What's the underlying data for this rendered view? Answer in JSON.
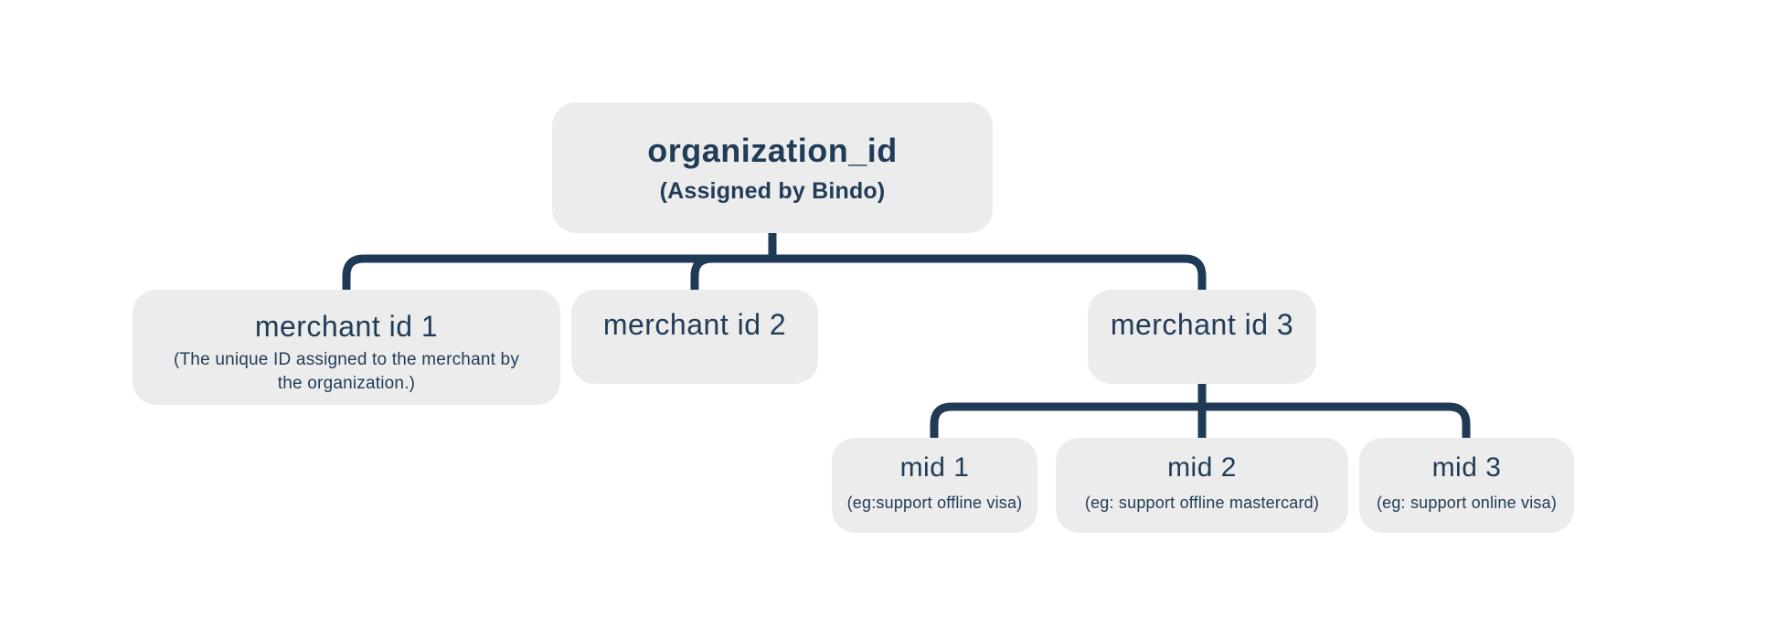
{
  "diagram": {
    "description": "organization/merchant/mid id hierarchy",
    "colors": {
      "background": "#ffffff",
      "node_background": "#ececec",
      "text": "#223c58",
      "connector": "#203a56"
    },
    "nodes": {
      "organization": {
        "title": "organization_id",
        "subtitle": "(Assigned by Bindo)"
      },
      "merchant1": {
        "title": "merchant id 1",
        "subtitle": "(The unique ID assigned to the merchant by the organization.)"
      },
      "merchant2": {
        "title": "merchant id 2"
      },
      "merchant3": {
        "title": "merchant id 3"
      },
      "mid1": {
        "title": "mid 1",
        "subtitle": "(eg:support offline visa)"
      },
      "mid2": {
        "title": "mid 2",
        "subtitle": "(eg: support offline mastercard)"
      },
      "mid3": {
        "title": "mid 3",
        "subtitle": "(eg: support online visa)"
      }
    },
    "edges": [
      "organization->merchant1",
      "organization->merchant2",
      "organization->merchant3",
      "merchant3->mid1",
      "merchant3->mid2",
      "merchant3->mid3"
    ]
  }
}
